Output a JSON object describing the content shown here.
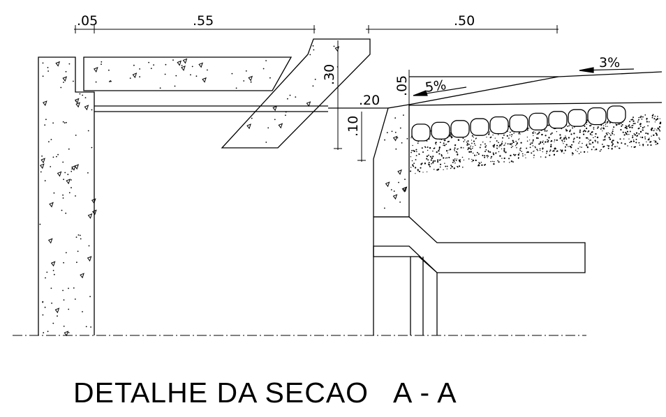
{
  "title": "DETALHE DA SECAO   A - A",
  "dimensions": {
    "top_left": ".05",
    "top_span": ".55",
    "top_right": ".50",
    "slab_height": ".30",
    "step": ".20",
    "curb_reveal": ".05",
    "drop": ".10"
  },
  "slopes": {
    "road": "3%",
    "shoulder": "5%"
  },
  "colors": {
    "ink": "#000000",
    "paper": "#ffffff"
  }
}
